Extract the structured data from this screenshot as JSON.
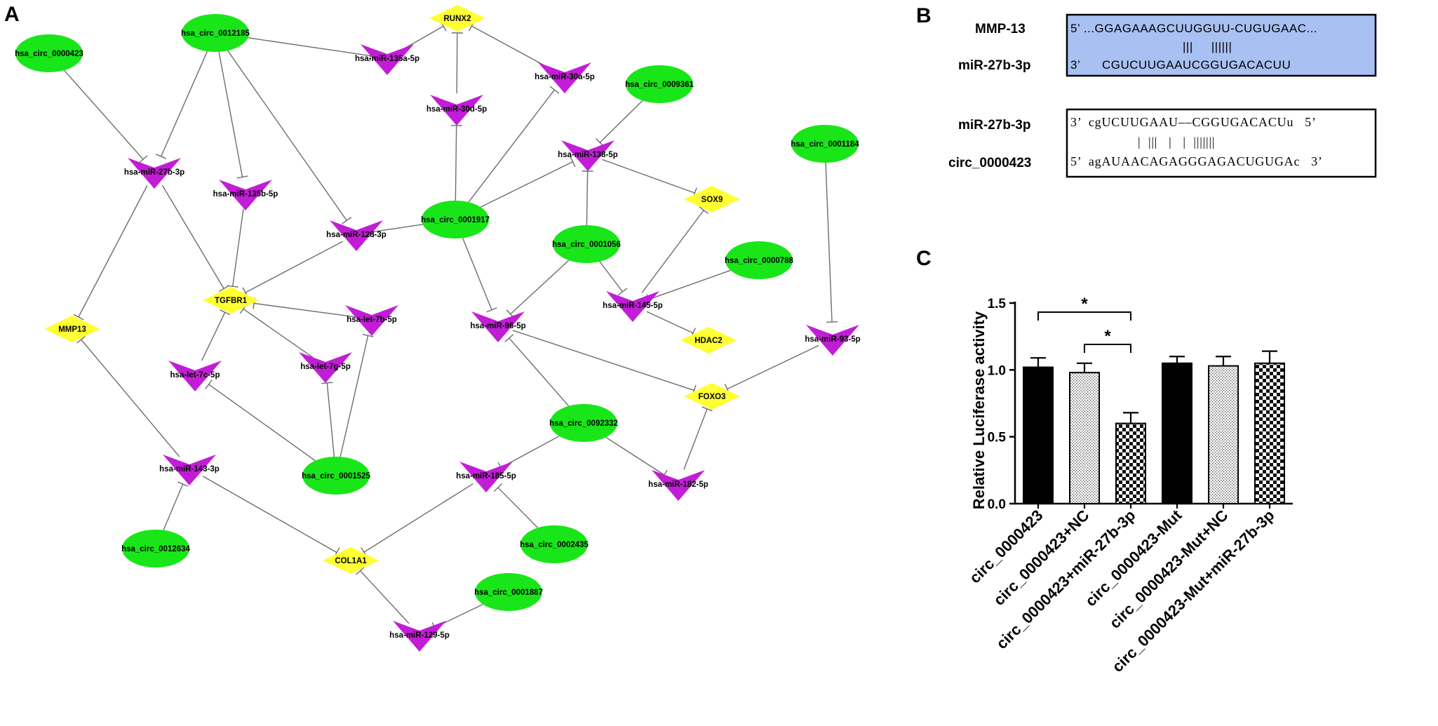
{
  "panels": {
    "a": "A",
    "b": "B",
    "c": "C"
  },
  "network": {
    "node_colors": {
      "circ": "#19e619",
      "mirna": "#c21dd6",
      "gene": "#ffff33"
    },
    "nodes": [
      {
        "id": "n0000423",
        "label": "hsa_circ_0000423",
        "kind": "circ"
      },
      {
        "id": "n0012185",
        "label": "hsa_circ_0012185",
        "kind": "circ"
      },
      {
        "id": "nRUNX2",
        "label": "RUNX2",
        "kind": "gene"
      },
      {
        "id": "n135a",
        "label": "hsa-miR-135a-5p",
        "kind": "mirna"
      },
      {
        "id": "n30a",
        "label": "hsa-miR-30a-5p",
        "kind": "mirna"
      },
      {
        "id": "n30d",
        "label": "hsa-miR-30d-5p",
        "kind": "mirna"
      },
      {
        "id": "n0009361",
        "label": "hsa_circ_0009361",
        "kind": "circ"
      },
      {
        "id": "n27b",
        "label": "hsa-miR-27b-3p",
        "kind": "mirna"
      },
      {
        "id": "n135b",
        "label": "hsa-miR-135b-5p",
        "kind": "mirna"
      },
      {
        "id": "n138",
        "label": "hsa-miR-138-5p",
        "kind": "mirna"
      },
      {
        "id": "n0001184",
        "label": "hsa_circ_0001184",
        "kind": "circ"
      },
      {
        "id": "nSOX9",
        "label": "SOX9",
        "kind": "gene"
      },
      {
        "id": "n0001917",
        "label": "hsa_circ_0001917",
        "kind": "circ"
      },
      {
        "id": "n128",
        "label": "hsa-miR-128-3p",
        "kind": "mirna"
      },
      {
        "id": "n0001056",
        "label": "hsa_circ_0001056",
        "kind": "circ"
      },
      {
        "id": "n0000788",
        "label": "hsa_circ_0000788",
        "kind": "circ"
      },
      {
        "id": "nTGFBR1",
        "label": "TGFBR1",
        "kind": "gene"
      },
      {
        "id": "n145",
        "label": "hsa-miR-145-5p",
        "kind": "mirna"
      },
      {
        "id": "nMMP13",
        "label": "MMP13",
        "kind": "gene"
      },
      {
        "id": "nlet7b",
        "label": "hsa-let-7b-5p",
        "kind": "mirna"
      },
      {
        "id": "n96",
        "label": "hsa-miR-96-5p",
        "kind": "mirna"
      },
      {
        "id": "nHDAC2",
        "label": "HDAC2",
        "kind": "gene"
      },
      {
        "id": "n93",
        "label": "hsa-miR-93-5p",
        "kind": "mirna"
      },
      {
        "id": "nlet7c",
        "label": "hsa-let-7c-5p",
        "kind": "mirna"
      },
      {
        "id": "nlet7g",
        "label": "hsa-let-7g-5p",
        "kind": "mirna"
      },
      {
        "id": "nFOXO3",
        "label": "FOXO3",
        "kind": "gene"
      },
      {
        "id": "n0092332",
        "label": "hsa_circ_0092332",
        "kind": "circ"
      },
      {
        "id": "n143",
        "label": "hsa-miR-143-3p",
        "kind": "mirna"
      },
      {
        "id": "n0001525",
        "label": "hsa_circ_0001525",
        "kind": "circ"
      },
      {
        "id": "n185",
        "label": "hsa-miR-185-5p",
        "kind": "mirna"
      },
      {
        "id": "n182",
        "label": "hsa-miR-182-5p",
        "kind": "mirna"
      },
      {
        "id": "n0012634",
        "label": "hsa_circ_0012634",
        "kind": "circ"
      },
      {
        "id": "n0002435",
        "label": "hsa_circ_0002435",
        "kind": "circ"
      },
      {
        "id": "nCOL1A1",
        "label": "COL1A1",
        "kind": "gene"
      },
      {
        "id": "n0001887",
        "label": "hsa_circ_0001887",
        "kind": "circ"
      },
      {
        "id": "n129",
        "label": "hsa-miR-129-5p",
        "kind": "mirna"
      }
    ],
    "edges": [
      [
        "n0000423",
        "n27b"
      ],
      [
        "n0012185",
        "n135a"
      ],
      [
        "n0012185",
        "n27b"
      ],
      [
        "n0012185",
        "n135b"
      ],
      [
        "n0012185",
        "n128"
      ],
      [
        "n135a",
        "nRUNX2"
      ],
      [
        "n30a",
        "nRUNX2"
      ],
      [
        "n30d",
        "nRUNX2"
      ],
      [
        "n0001917",
        "n30d"
      ],
      [
        "n0001917",
        "n30a"
      ],
      [
        "n0001917",
        "n138"
      ],
      [
        "n0001917",
        "n128"
      ],
      [
        "n0001917",
        "n96"
      ],
      [
        "n0009361",
        "n138"
      ],
      [
        "n138",
        "nSOX9"
      ],
      [
        "n0001056",
        "n138"
      ],
      [
        "n0001056",
        "n145"
      ],
      [
        "n0001056",
        "n96"
      ],
      [
        "n0000788",
        "n145"
      ],
      [
        "n145",
        "nSOX9"
      ],
      [
        "n145",
        "nHDAC2"
      ],
      [
        "n0001184",
        "n93"
      ],
      [
        "n93",
        "nFOXO3"
      ],
      [
        "n96",
        "nFOXO3"
      ],
      [
        "n182",
        "nFOXO3"
      ],
      [
        "n0092332",
        "n96"
      ],
      [
        "n0092332",
        "n182"
      ],
      [
        "n0092332",
        "n185"
      ],
      [
        "n27b",
        "nTGFBR1"
      ],
      [
        "n135b",
        "nTGFBR1"
      ],
      [
        "n128",
        "nTGFBR1"
      ],
      [
        "nlet7b",
        "nTGFBR1"
      ],
      [
        "nlet7c",
        "nTGFBR1"
      ],
      [
        "nlet7g",
        "nTGFBR1"
      ],
      [
        "n0001525",
        "nlet7b"
      ],
      [
        "n0001525",
        "nlet7c"
      ],
      [
        "n0001525",
        "nlet7g"
      ],
      [
        "n27b",
        "nMMP13"
      ],
      [
        "n143",
        "nMMP13"
      ],
      [
        "n0012634",
        "n143"
      ],
      [
        "n143",
        "nCOL1A1"
      ],
      [
        "n185",
        "nCOL1A1"
      ],
      [
        "n129",
        "nCOL1A1"
      ],
      [
        "n0002435",
        "n185"
      ],
      [
        "n0001887",
        "n129"
      ]
    ]
  },
  "alignment": {
    "box1": {
      "label_top": "MMP-13",
      "label_bottom": "miR-27b-3p",
      "top_seq": "5’ ...GGAGAAAGCUUGGUU-CUGUGAAC...",
      "pairs": "|||     ||||||",
      "bottom_seq": "3’      CGUCUUGAAUCGGUGACACUU",
      "bg_color": "#a8c0f2"
    },
    "box2": {
      "label_top": "miR-27b-3p",
      "label_bottom": "circ_0000423",
      "top_seq": "3’  cgUCUUGAAU––CGGUGACACUu   5’",
      "pairs": "|  |||   |   |  |||||||",
      "bottom_seq": "5’  agAUAACAGAGGGAGACUGUGAc   3’"
    }
  },
  "chart_data": {
    "type": "bar",
    "title": "",
    "xlabel": "",
    "ylabel": "Relative Luciferase activity",
    "ylim": [
      0.0,
      1.5
    ],
    "yticks": [
      "0.0",
      "0.5",
      "1.0",
      "1.5"
    ],
    "categories": [
      "circ_0000423",
      "circ_0000423+NC",
      "circ_0000423+miR-27b-3p",
      "circ_0000423-Mut",
      "circ_0000423-Mut+NC",
      "circ_0000423-Mut+miR-27b-3p"
    ],
    "values": [
      1.02,
      0.98,
      0.6,
      1.05,
      1.03,
      1.05
    ],
    "errors": [
      0.07,
      0.07,
      0.08,
      0.05,
      0.07,
      0.09
    ],
    "patterns": [
      "solid",
      "dotted",
      "checker",
      "solid",
      "dotted",
      "checker"
    ],
    "significance": [
      {
        "from": 0,
        "to": 2,
        "label": "*"
      },
      {
        "from": 1,
        "to": 2,
        "label": "*"
      }
    ]
  }
}
